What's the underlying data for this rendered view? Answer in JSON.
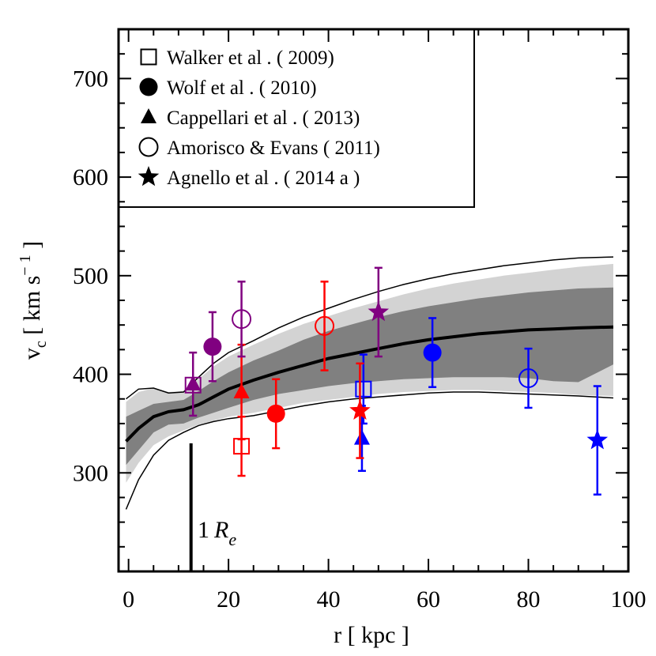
{
  "chart_data": {
    "type": "scatter",
    "xlabel": "r  [ kpc ]",
    "ylabel": "v",
    "ylabel_sub": "c",
    "ylabel_units": " [ km  s",
    "ylabel_exp": "− 1",
    "ylabel_close": " ]",
    "xlim": [
      -2,
      100
    ],
    "ylim": [
      200,
      750
    ],
    "xticks": [
      0,
      20,
      40,
      60,
      80,
      100
    ],
    "yticks": [
      300,
      400,
      500,
      600,
      700
    ],
    "xtick_labels": [
      "0",
      "20",
      "40",
      "60",
      "80",
      "100"
    ],
    "ytick_labels": [
      "300",
      "400",
      "500",
      "600",
      "700"
    ],
    "grid": false,
    "legend_placement": "top-left",
    "annotation": {
      "x": 12.5,
      "text": "1",
      "symbol": "R",
      "sub": "e",
      "line_top": 330
    },
    "model": {
      "median": [
        [
          -0.5,
          332
        ],
        [
          2,
          345
        ],
        [
          5,
          357
        ],
        [
          8,
          362
        ],
        [
          11,
          364
        ],
        [
          14,
          369
        ],
        [
          17,
          377
        ],
        [
          20,
          385
        ],
        [
          25,
          394
        ],
        [
          30,
          402
        ],
        [
          35,
          409
        ],
        [
          40,
          416
        ],
        [
          45,
          421
        ],
        [
          50,
          426
        ],
        [
          55,
          431
        ],
        [
          60,
          435
        ],
        [
          65,
          438
        ],
        [
          70,
          441
        ],
        [
          75,
          443
        ],
        [
          80,
          445
        ],
        [
          85,
          446
        ],
        [
          90,
          447
        ],
        [
          97,
          448
        ]
      ],
      "inner_band": [
        [
          -0.5,
          308,
          357
        ],
        [
          2,
          323,
          363
        ],
        [
          5,
          341,
          370
        ],
        [
          8,
          349,
          372
        ],
        [
          11,
          350,
          374
        ],
        [
          14,
          356,
          383
        ],
        [
          17,
          361,
          393
        ],
        [
          20,
          366,
          402
        ],
        [
          25,
          374,
          414
        ],
        [
          30,
          380,
          424
        ],
        [
          35,
          384,
          435
        ],
        [
          40,
          388,
          444
        ],
        [
          45,
          391,
          451
        ],
        [
          50,
          393,
          458
        ],
        [
          55,
          395,
          464
        ],
        [
          60,
          396,
          469
        ],
        [
          65,
          397,
          473
        ],
        [
          70,
          397,
          477
        ],
        [
          75,
          397,
          480
        ],
        [
          80,
          396,
          483
        ],
        [
          85,
          393,
          485
        ],
        [
          90,
          392,
          487
        ],
        [
          97,
          410,
          488
        ]
      ],
      "outer_band": [
        [
          -0.5,
          290,
          372
        ],
        [
          2,
          310,
          382
        ],
        [
          5,
          328,
          386
        ],
        [
          8,
          337,
          382
        ],
        [
          11,
          343,
          383
        ],
        [
          14,
          349,
          395
        ],
        [
          17,
          353,
          408
        ],
        [
          20,
          357,
          418
        ],
        [
          25,
          361,
          430
        ],
        [
          30,
          366,
          441
        ],
        [
          35,
          371,
          451
        ],
        [
          40,
          374,
          459
        ],
        [
          45,
          377,
          467
        ],
        [
          50,
          380,
          474
        ],
        [
          55,
          382,
          481
        ],
        [
          60,
          383,
          487
        ],
        [
          65,
          384,
          492
        ],
        [
          70,
          384,
          496
        ],
        [
          75,
          383,
          500
        ],
        [
          80,
          382,
          503
        ],
        [
          85,
          381,
          506
        ],
        [
          90,
          379,
          509
        ],
        [
          97,
          378,
          512
        ]
      ],
      "envelope": [
        [
          -0.5,
          263,
          375
        ],
        [
          2,
          293,
          385
        ],
        [
          5,
          318,
          386
        ],
        [
          8,
          333,
          381
        ],
        [
          11,
          341,
          382
        ],
        [
          14,
          348,
          397
        ],
        [
          17,
          352,
          411
        ],
        [
          20,
          355,
          422
        ],
        [
          25,
          358,
          434
        ],
        [
          30,
          363,
          447
        ],
        [
          35,
          368,
          458
        ],
        [
          40,
          372,
          467
        ],
        [
          45,
          375,
          476
        ],
        [
          50,
          377,
          484
        ],
        [
          55,
          379,
          491
        ],
        [
          60,
          381,
          497
        ],
        [
          65,
          382,
          502
        ],
        [
          70,
          382,
          506
        ],
        [
          75,
          381,
          510
        ],
        [
          80,
          380,
          513
        ],
        [
          85,
          379,
          516
        ],
        [
          90,
          378,
          518
        ],
        [
          97,
          376,
          519
        ]
      ]
    },
    "series": [
      {
        "name": "Walker  et  al . ( 2009)",
        "marker": "square-open",
        "points": [
          {
            "x": 12.9,
            "y": 389,
            "yerr": 0,
            "color": "#800080"
          },
          {
            "x": 22.6,
            "y": 327,
            "yerr": 30,
            "color": "#ff0000"
          },
          {
            "x": 47.0,
            "y": 385,
            "yerr": 35,
            "color": "#0000ff"
          }
        ]
      },
      {
        "name": "Wolf  et  al . ( 2010)",
        "marker": "circle-filled",
        "points": [
          {
            "x": 16.8,
            "y": 428,
            "yerr": 35,
            "color": "#800080"
          },
          {
            "x": 29.5,
            "y": 360,
            "yerr": 35,
            "color": "#ff0000"
          },
          {
            "x": 60.8,
            "y": 422,
            "yerr": 35,
            "color": "#0000ff"
          }
        ]
      },
      {
        "name": "Cappellari  et  al . ( 2013)",
        "marker": "triangle-filled",
        "points": [
          {
            "x": 12.9,
            "y": 390,
            "yerr": 32,
            "color": "#800080"
          },
          {
            "x": 22.6,
            "y": 382,
            "yerr": 48,
            "color": "#ff0000"
          },
          {
            "x": 46.7,
            "y": 335,
            "yerr": 33,
            "color": "#0000ff"
          }
        ]
      },
      {
        "name": "Amorisco  &  Evans  ( 2011)",
        "marker": "circle-open",
        "points": [
          {
            "x": 22.6,
            "y": 456,
            "yerr": 38,
            "color": "#800080"
          },
          {
            "x": 39.2,
            "y": 449,
            "yerr": 45,
            "color": "#ff0000"
          },
          {
            "x": 80.0,
            "y": 396,
            "yerr": 30,
            "color": "#0000ff"
          }
        ]
      },
      {
        "name": "Agnello  et  al . ( 2014 a )",
        "marker": "star-filled",
        "points": [
          {
            "x": 50.0,
            "y": 463,
            "yerr": 45,
            "color": "#800080"
          },
          {
            "x": 46.3,
            "y": 363,
            "yerr": 48,
            "color": "#ff0000"
          },
          {
            "x": 93.8,
            "y": 333,
            "yerr": 55,
            "color": "#0000ff"
          }
        ]
      }
    ],
    "colors": {
      "band_dark": "#808080",
      "band_light": "#d3d3d3",
      "line": "#000000"
    }
  }
}
